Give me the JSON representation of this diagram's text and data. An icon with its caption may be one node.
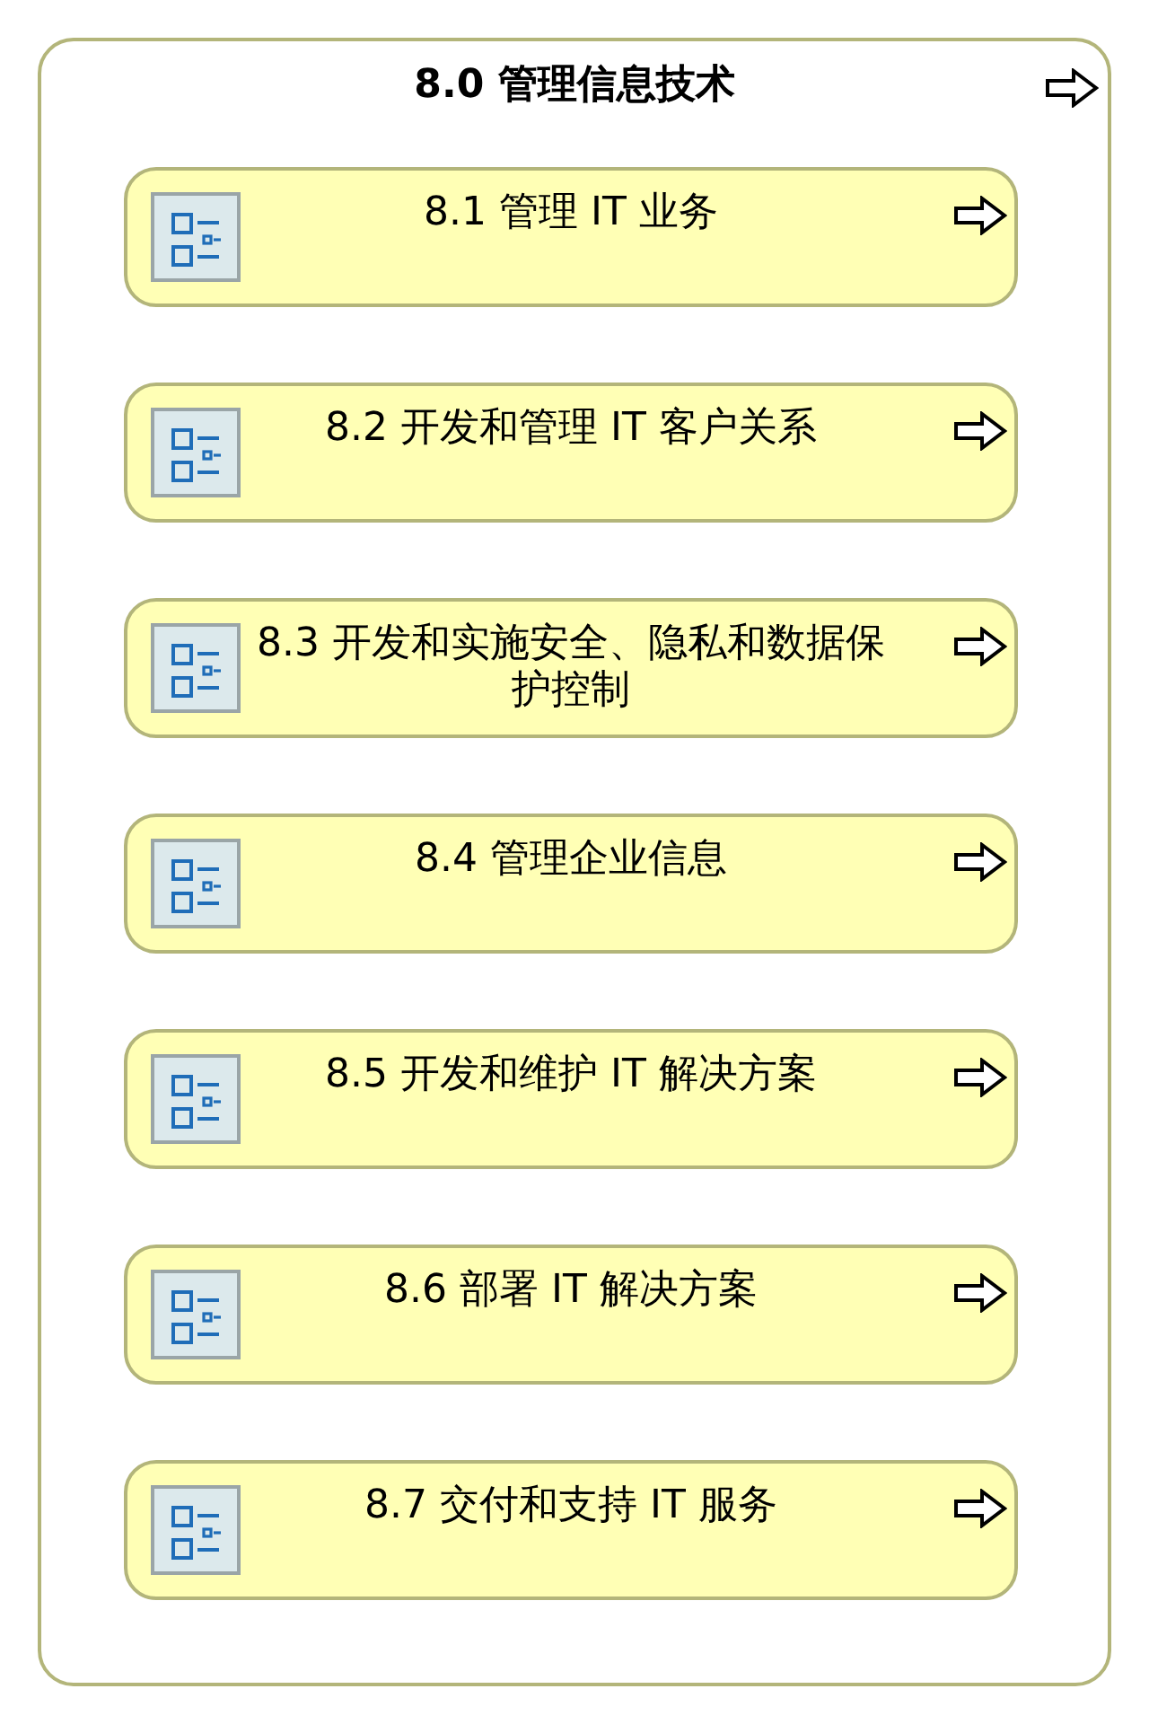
{
  "diagram": {
    "nodes": [
      {
        "text": [
          "8.0 管理信息技术"
        ]
      },
      {
        "text": [
          "8.1 管理 IT 业务"
        ],
        "in": 0
      },
      {
        "text": [
          "8.2 开发和管理 IT 客户关系"
        ],
        "in": 0
      },
      {
        "text": [
          "8.3 开发和实施安全、隐私和数据保护控制"
        ],
        "in": 0
      },
      {
        "text": [
          "8.4 管理企业信息"
        ],
        "in": 0
      },
      {
        "text": [
          "8.5 开发和维护 IT 解决方案"
        ],
        "in": 0
      },
      {
        "text": [
          "8.6 部署 IT 解决方案"
        ],
        "in": 0
      },
      {
        "text": [
          "8.7 交付和支持 IT 服务"
        ],
        "in": 0
      }
    ]
  }
}
